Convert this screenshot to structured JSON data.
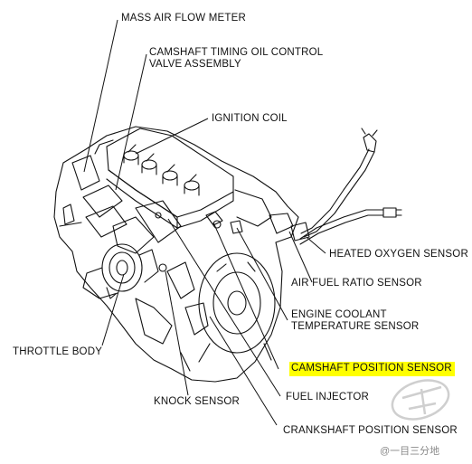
{
  "labels": {
    "mass_air_flow_meter": "MASS AIR FLOW METER",
    "camshaft_timing_line1": "CAMSHAFT TIMING OIL CONTROL",
    "camshaft_timing_line2": "VALVE ASSEMBLY",
    "ignition_coil": "IGNITION COIL",
    "heated_oxygen_sensor": "HEATED OXYGEN SENSOR",
    "air_fuel_ratio_sensor": "AIR FUEL RATIO SENSOR",
    "engine_coolant_line1": "ENGINE COOLANT",
    "engine_coolant_line2": "TEMPERATURE SENSOR",
    "throttle_body": "THROTTLE BODY",
    "camshaft_position_sensor": "CAMSHAFT POSITION SENSOR",
    "fuel_injector": "FUEL INJECTOR",
    "knock_sensor": "KNOCK SENSOR",
    "crankshaft_position_sensor": "CRANKSHAFT POSITION SENSOR"
  },
  "highlight_color": "#ffff00",
  "watermark": "@一目三分地",
  "icons": {
    "watermark_logo": "circle-logo-icon"
  }
}
